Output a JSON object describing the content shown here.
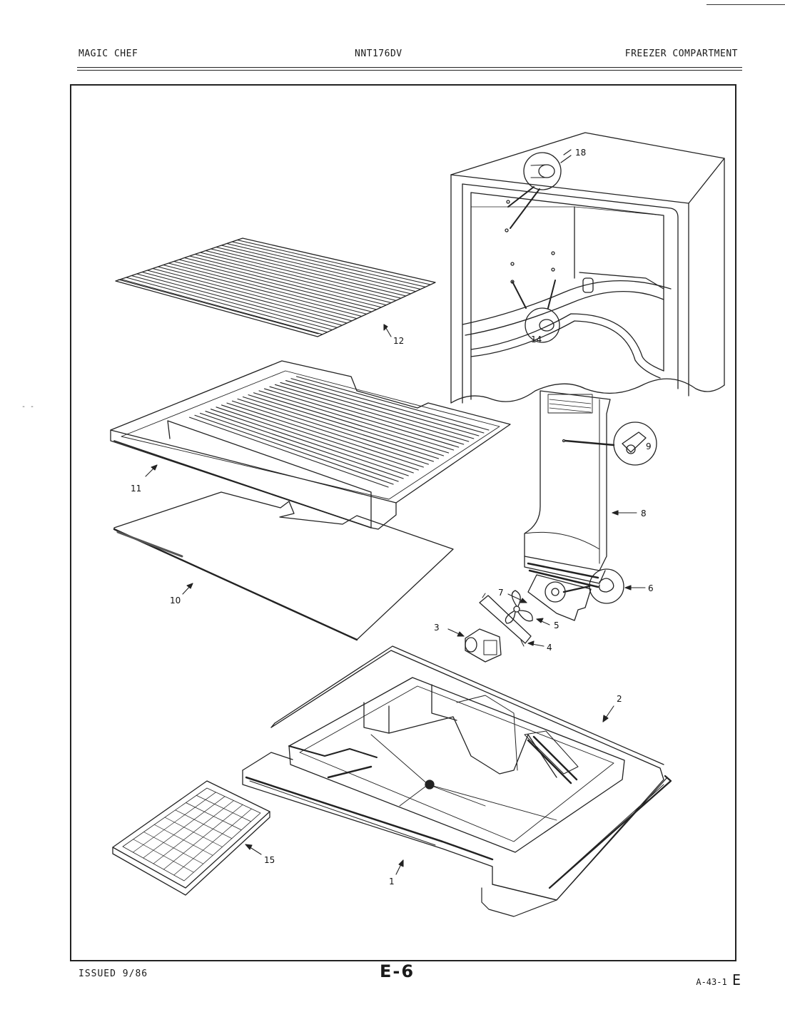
{
  "header": {
    "brand": "MAGIC CHEF",
    "model": "NNT176DV",
    "section": "FREEZER COMPARTMENT"
  },
  "footer": {
    "issued": "ISSUED 9/86",
    "page": "E-6",
    "code": "A-43-1",
    "code_suffix": "E"
  },
  "callouts": [
    "18",
    "14",
    "12",
    "11",
    "10",
    "9",
    "8",
    "7",
    "6",
    "5",
    "4",
    "3",
    "2",
    "1",
    "15"
  ]
}
